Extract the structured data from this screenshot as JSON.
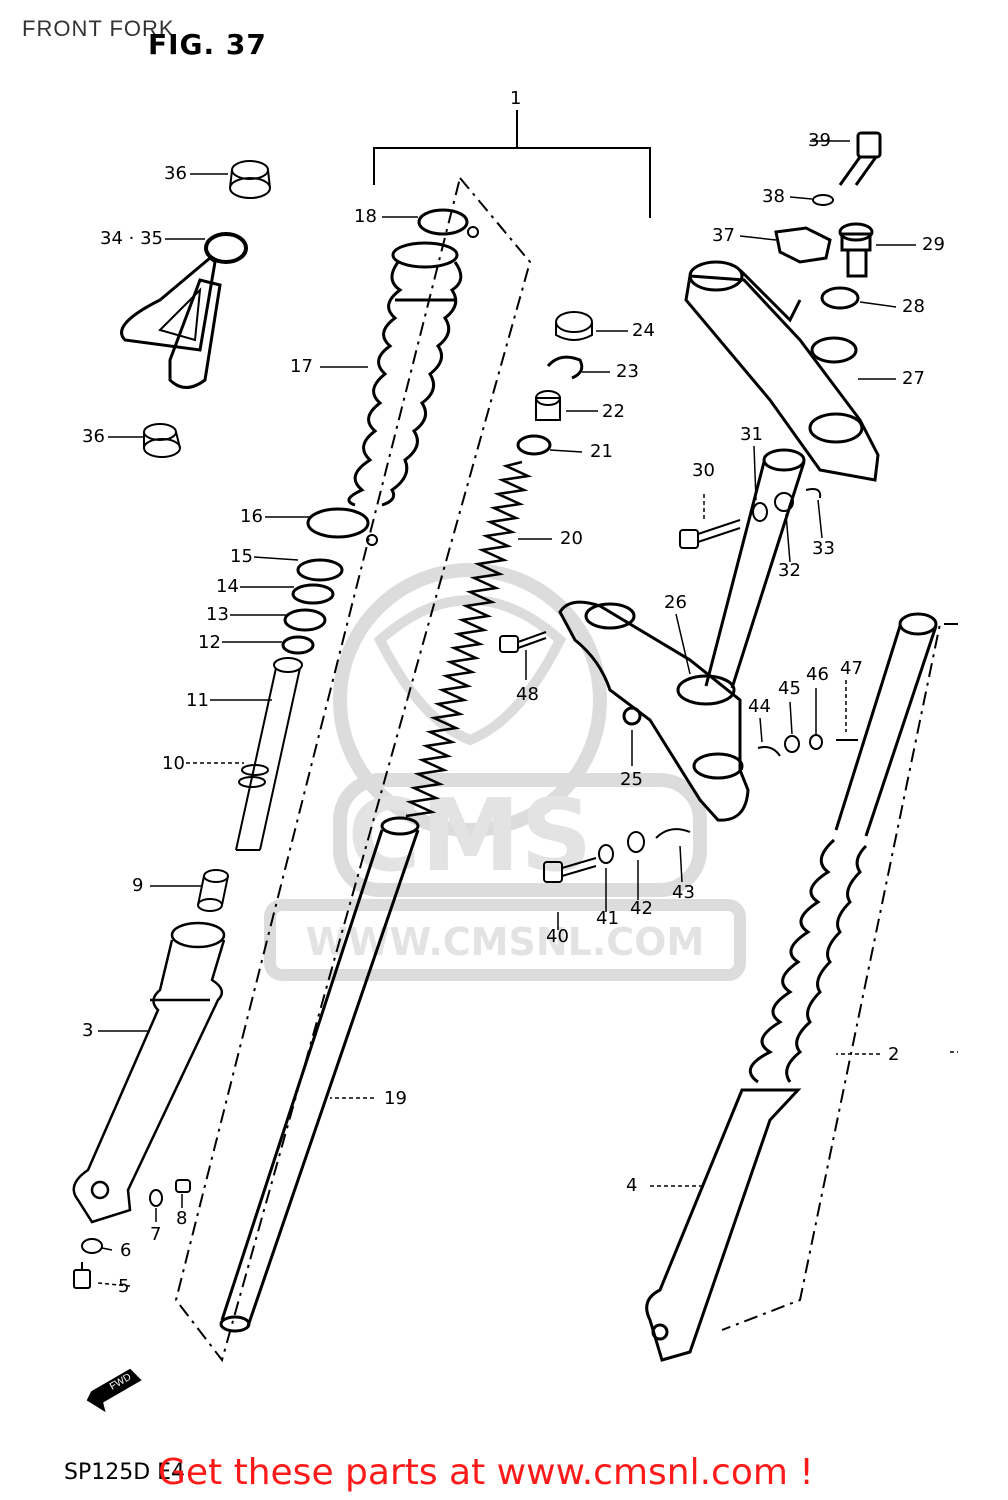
{
  "header": {
    "title": "FRONT FORK",
    "figure": "FIG. 37"
  },
  "watermark": {
    "brand": "CMS",
    "url": "WWW.CMSNL.COM"
  },
  "footer": {
    "model_code": "SP125D E4",
    "link_text": "Get these parts at www.cmsnl.com !"
  },
  "fwd_arrow": "FWD",
  "colors": {
    "link": "#ff1a1a",
    "line": "#000000",
    "watermark": "#dcdcdc"
  },
  "callouts": [
    {
      "id": "c1",
      "label": "1"
    },
    {
      "id": "c2",
      "label": "2"
    },
    {
      "id": "c3",
      "label": "3"
    },
    {
      "id": "c4",
      "label": "4"
    },
    {
      "id": "c5",
      "label": "5"
    },
    {
      "id": "c6",
      "label": "6"
    },
    {
      "id": "c7",
      "label": "7"
    },
    {
      "id": "c8",
      "label": "8"
    },
    {
      "id": "c9",
      "label": "9"
    },
    {
      "id": "c10",
      "label": "10"
    },
    {
      "id": "c11",
      "label": "11"
    },
    {
      "id": "c12",
      "label": "12"
    },
    {
      "id": "c13",
      "label": "13"
    },
    {
      "id": "c14",
      "label": "14"
    },
    {
      "id": "c15",
      "label": "15"
    },
    {
      "id": "c16",
      "label": "16"
    },
    {
      "id": "c17",
      "label": "17"
    },
    {
      "id": "c18",
      "label": "18"
    },
    {
      "id": "c19",
      "label": "19"
    },
    {
      "id": "c20",
      "label": "20"
    },
    {
      "id": "c21",
      "label": "21"
    },
    {
      "id": "c22",
      "label": "22"
    },
    {
      "id": "c23",
      "label": "23"
    },
    {
      "id": "c24",
      "label": "24"
    },
    {
      "id": "c25",
      "label": "25"
    },
    {
      "id": "c26",
      "label": "26"
    },
    {
      "id": "c27",
      "label": "27"
    },
    {
      "id": "c28",
      "label": "28"
    },
    {
      "id": "c29",
      "label": "29"
    },
    {
      "id": "c30",
      "label": "30"
    },
    {
      "id": "c31",
      "label": "31"
    },
    {
      "id": "c32",
      "label": "32"
    },
    {
      "id": "c33",
      "label": "33"
    },
    {
      "id": "c3435",
      "label": "34 · 35"
    },
    {
      "id": "c36a",
      "label": "36"
    },
    {
      "id": "c36b",
      "label": "36"
    },
    {
      "id": "c37",
      "label": "37"
    },
    {
      "id": "c38",
      "label": "38"
    },
    {
      "id": "c39",
      "label": "39"
    },
    {
      "id": "c40",
      "label": "40"
    },
    {
      "id": "c41",
      "label": "41"
    },
    {
      "id": "c42",
      "label": "42"
    },
    {
      "id": "c43",
      "label": "43"
    },
    {
      "id": "c44",
      "label": "44"
    },
    {
      "id": "c45",
      "label": "45"
    },
    {
      "id": "c46",
      "label": "46"
    },
    {
      "id": "c47",
      "label": "47"
    },
    {
      "id": "c48",
      "label": "48"
    }
  ]
}
